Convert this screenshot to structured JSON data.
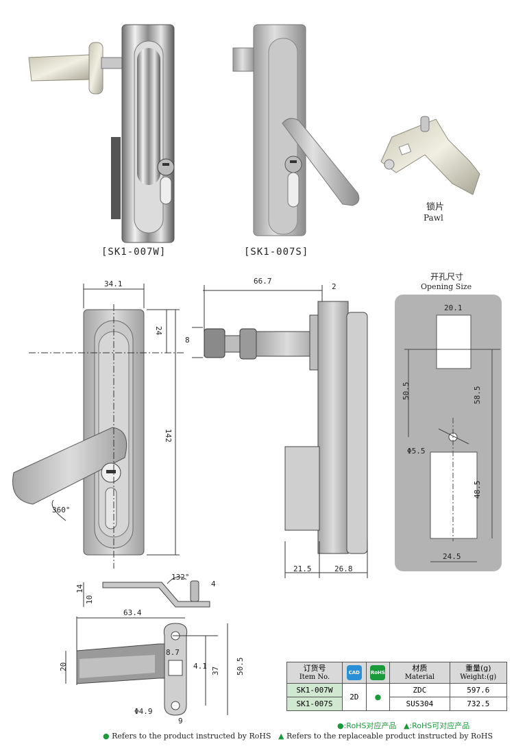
{
  "products": {
    "w_caption": "[SK1-007W]",
    "s_caption": "[SK1-007S]",
    "pawl_cn": "锁片",
    "pawl_en": "Pawl"
  },
  "front_view": {
    "width": "34.1",
    "top_offset": "24",
    "height": "142",
    "rotation": "360°"
  },
  "side_view": {
    "length": "66.7",
    "flange": "2",
    "shaft": "8",
    "bottom_left": "21.5",
    "bottom_right": "26.8"
  },
  "opening": {
    "title_cn": "开孔尺寸",
    "title_en": "Opening Size",
    "square": "20.1",
    "pitch_left": "50.5",
    "pitch_right": "58.5",
    "hole": "Φ5.5",
    "rect_height": "48.5",
    "rect_width": "24.5"
  },
  "pawl_view": {
    "angle": "132°",
    "h14": "14",
    "h10": "10",
    "t4": "4",
    "length": "63.4",
    "w20": "20",
    "s8_7": "8.7",
    "s4_1": "4.1",
    "h37": "37",
    "h50_5": "50.5",
    "hole": "Φ4.9",
    "w9": "9"
  },
  "table": {
    "headers": {
      "item_cn": "订货号",
      "item_en": "Item No.",
      "cad": "CAD",
      "rohs": "RoHS",
      "mat_cn": "材质",
      "mat_en": "Material",
      "wt_cn": "重量(g)",
      "wt_en": "Weight:(g)"
    },
    "rows": [
      {
        "item": "SK1-007W",
        "material": "ZDC",
        "weight": "597.6"
      },
      {
        "item": "SK1-007S",
        "material": "SUS304",
        "weight": "732.5"
      }
    ],
    "cad_value": "2D",
    "rohs_value": "●"
  },
  "legend": {
    "cn_dot": "●:RoHS对应产品",
    "cn_tri": "▲:RoHS可对应产品",
    "en_dot": "Refers to the product instructed by RoHS",
    "en_tri": "Refers to the replaceable product instructed by RoHS"
  },
  "colors": {
    "rohs_green": "#1a9a3a",
    "cad_blue": "#2a8fd6",
    "drawing_gray": "#bdbdbd",
    "opening_panel": "#b3b3b3"
  }
}
